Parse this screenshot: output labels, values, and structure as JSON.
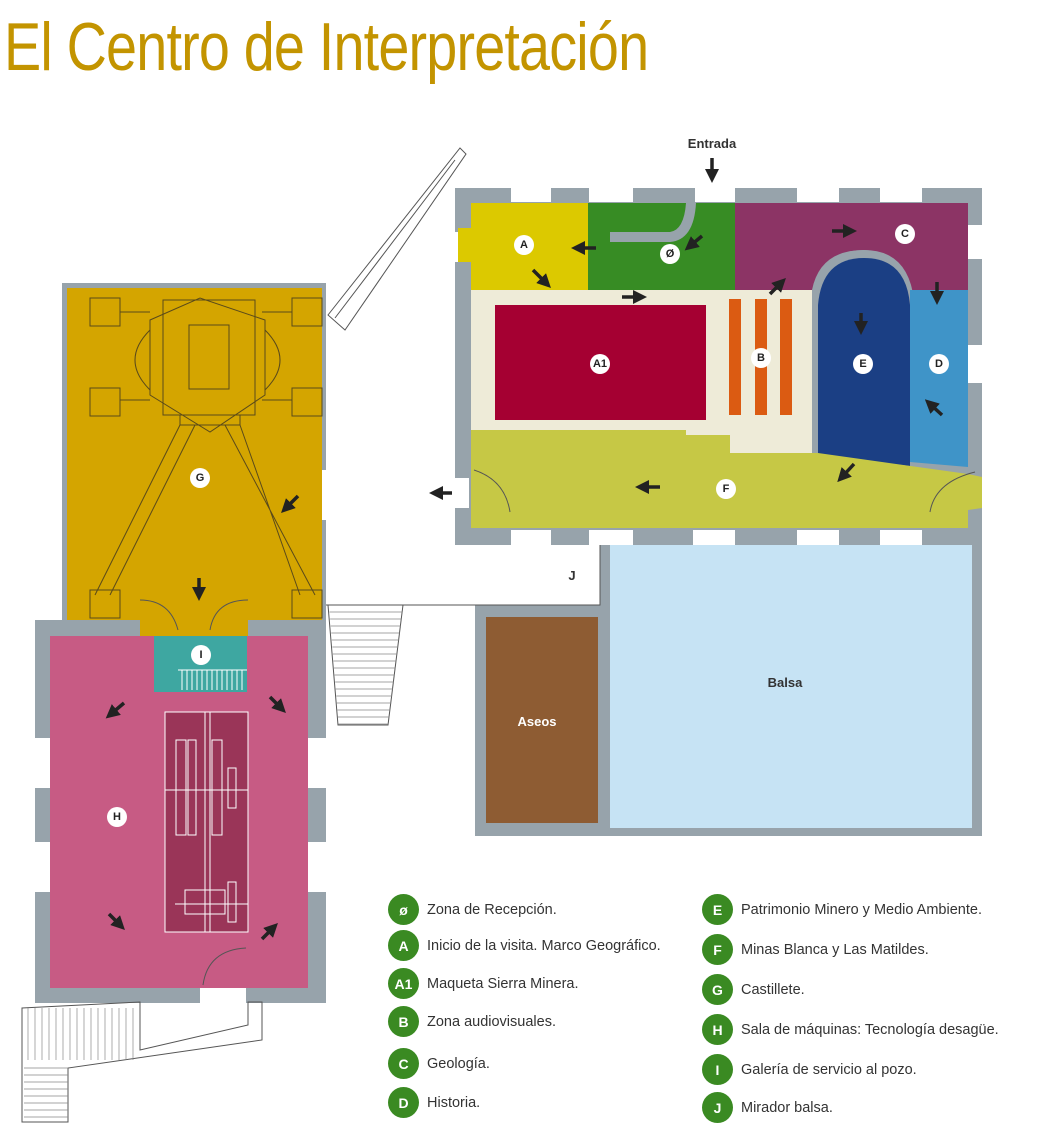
{
  "title": "El Centro de Interpretación",
  "entrance_label": "Entrada",
  "rooms": {
    "balsa": "Balsa",
    "aseos": "Aseos",
    "j": "J"
  },
  "markers": {
    "zero": "Ø",
    "a": "A",
    "a1": "A1",
    "b": "B",
    "c": "C",
    "d": "D",
    "e": "E",
    "f": "F",
    "g": "G",
    "h": "H",
    "i": "I"
  },
  "legend": [
    {
      "key": "ø",
      "text": "Zona de Recepción."
    },
    {
      "key": "A",
      "text": "Inicio de la visita. Marco Geográfico."
    },
    {
      "key": "A1",
      "text": "Maqueta Sierra Minera."
    },
    {
      "key": "B",
      "text": "Zona audiovisuales."
    },
    {
      "key": "C",
      "text": "Geología."
    },
    {
      "key": "D",
      "text": "Historia."
    },
    {
      "key": "E",
      "text": "Patrimonio Minero y Medio Ambiente."
    },
    {
      "key": "F",
      "text": "Minas Blanca y Las Matildes."
    },
    {
      "key": "G",
      "text": "Castillete."
    },
    {
      "key": "H",
      "text": "Sala de máquinas: Tecnología desagüe."
    },
    {
      "key": "I",
      "text": "Galería de servicio al pozo."
    },
    {
      "key": "J",
      "text": "Mirador balsa."
    }
  ],
  "colors": {
    "title": "#c39400",
    "wall": "#97a3ab",
    "a": "#dcc900",
    "zero": "#378c24",
    "c": "#8c3465",
    "a1": "#a50032",
    "b": "#db5b12",
    "e": "#1b3f84",
    "d": "#3f94c8",
    "f": "#c6c845",
    "g": "#d4a500",
    "h": "#c75b84",
    "i": "#3ea7a1",
    "balsa": "#c6e3f4",
    "aseos": "#8e5c33",
    "badge": "#3a8a22"
  }
}
